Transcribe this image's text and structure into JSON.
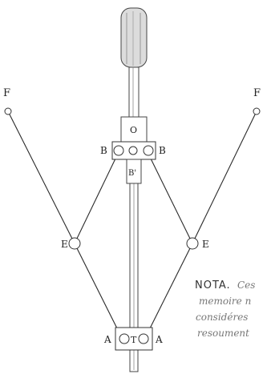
{
  "labels": {
    "F_left": "F",
    "F_right": "F",
    "B_left": "B",
    "B_right": "B",
    "O": "O",
    "B_prime": "B'",
    "E_left": "E",
    "E_right": "E",
    "A_left": "A",
    "A_right": "A",
    "T": "T"
  },
  "note": {
    "head": "NOTA.",
    "line1": "Ces",
    "line2": "memoire n",
    "line3": "considéres",
    "line4": "resoument"
  },
  "colors": {
    "ink": "#2a2a2a",
    "light_ink": "#8a8a8a",
    "handle_fill": "#dcdcdc"
  }
}
